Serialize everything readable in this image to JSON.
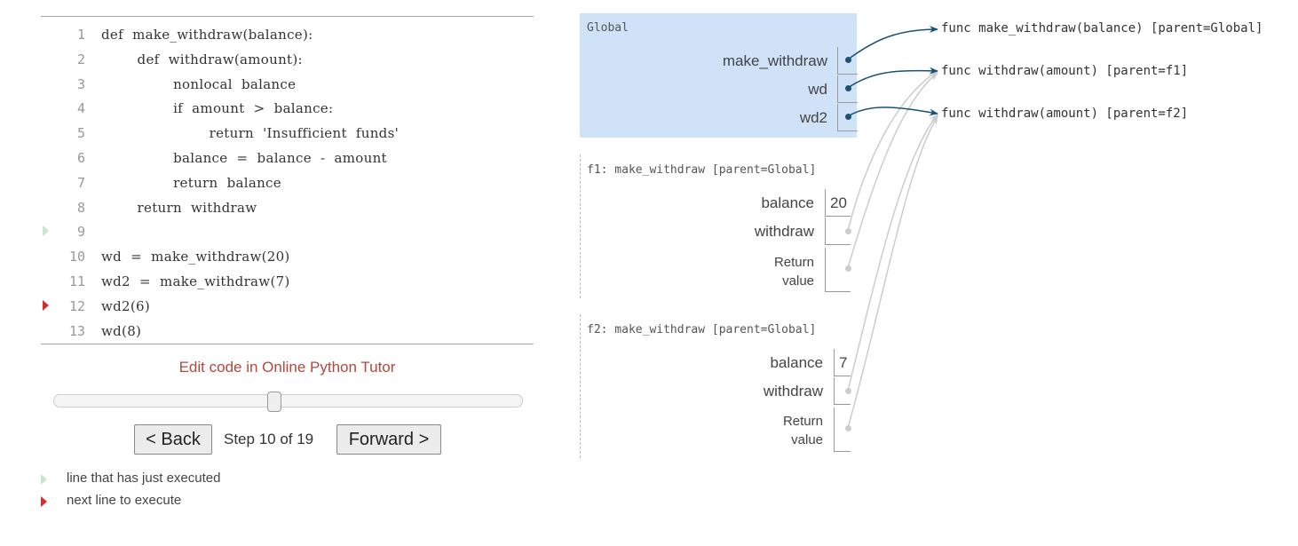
{
  "code": {
    "lines": [
      {
        "num": "1",
        "text": "def  make_withdraw(balance):",
        "marker": ""
      },
      {
        "num": "2",
        "text": "        def  withdraw(amount):",
        "marker": ""
      },
      {
        "num": "3",
        "text": "                nonlocal  balance",
        "marker": ""
      },
      {
        "num": "4",
        "text": "                if  amount  >  balance:",
        "marker": ""
      },
      {
        "num": "5",
        "text": "                        return  'Insufficient  funds'",
        "marker": ""
      },
      {
        "num": "6",
        "text": "                balance  =  balance  -  amount",
        "marker": ""
      },
      {
        "num": "7",
        "text": "                return  balance",
        "marker": ""
      },
      {
        "num": "8",
        "text": "        return  withdraw",
        "marker": ""
      },
      {
        "num": "9",
        "text": "",
        "marker": "prev"
      },
      {
        "num": "10",
        "text": "wd  =  make_withdraw(20)",
        "marker": ""
      },
      {
        "num": "11",
        "text": "wd2  =  make_withdraw(7)",
        "marker": ""
      },
      {
        "num": "12",
        "text": "wd2(6)",
        "marker": "next"
      },
      {
        "num": "13",
        "text": "wd(8)",
        "marker": ""
      }
    ]
  },
  "edit_link": "Edit code in Online Python Tutor",
  "controls": {
    "back": "< Back",
    "forward": "Forward >",
    "step": "Step 10 of 19",
    "slider_fraction": 0.47
  },
  "legend": {
    "prev": "line that has just executed",
    "next": "next line to execute"
  },
  "frames": {
    "global": {
      "title": "Global",
      "vars": [
        "make_withdraw",
        "wd",
        "wd2"
      ]
    },
    "f1": {
      "title": "f1: make_withdraw [parent=Global]",
      "balance_label": "balance",
      "balance_value": "20",
      "withdraw_label": "withdraw",
      "return_label_1": "Return",
      "return_label_2": "value"
    },
    "f2": {
      "title": "f2: make_withdraw [parent=Global]",
      "balance_label": "balance",
      "balance_value": "7",
      "withdraw_label": "withdraw",
      "return_label_1": "Return",
      "return_label_2": "value"
    }
  },
  "objects": {
    "func1": "func make_withdraw(balance) [parent=Global]",
    "func2": "func withdraw(amount) [parent=f1]",
    "func3": "func withdraw(amount) [parent=f2]"
  },
  "colors": {
    "global_bg": "#d0e2f8",
    "arrow_blue": "#1a5276",
    "arrow_grey": "#cccccc",
    "next_marker": "#d32f2f",
    "prev_marker": "#c8e6c9",
    "link": "#b5473a"
  }
}
